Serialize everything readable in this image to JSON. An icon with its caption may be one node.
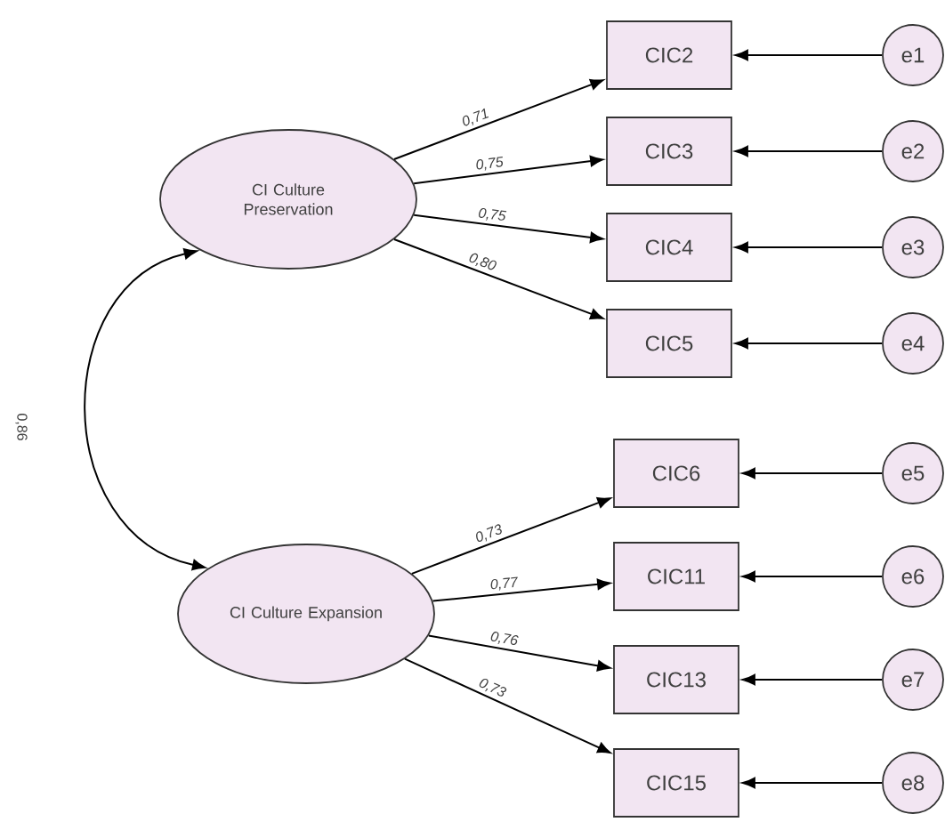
{
  "diagram": {
    "nodes": [
      {
        "text": [
          "CI Culture Preservation"
        ]
      },
      {
        "text": [
          "CIC2"
        ]
      },
      {
        "text": [
          "CIC3"
        ]
      },
      {
        "text": [
          "CIC4"
        ]
      },
      {
        "text": [
          "CIC5"
        ]
      },
      {
        "text": [
          "CI Culture Expansion"
        ]
      },
      {
        "text": [
          "CIC6"
        ]
      },
      {
        "text": [
          "CIC11"
        ]
      },
      {
        "text": [
          "CIC13"
        ]
      },
      {
        "text": [
          "CIC15"
        ]
      },
      {
        "text": [
          "e1"
        ]
      },
      {
        "text": [
          "e2"
        ]
      },
      {
        "text": [
          "e3"
        ]
      },
      {
        "text": [
          "e4"
        ]
      },
      {
        "text": [
          "e5"
        ]
      },
      {
        "text": [
          "e6"
        ]
      },
      {
        "text": [
          "e7"
        ]
      },
      {
        "text": [
          "e8"
        ]
      }
    ],
    "edges": [
      {
        "from": 0,
        "to": 5,
        "arrow": "both",
        "label": "0,86"
      },
      {
        "from": 0,
        "to": 1,
        "arrow": "to",
        "label": "0,71"
      },
      {
        "from": 0,
        "to": 2,
        "arrow": "to",
        "label": "0,75"
      },
      {
        "from": 0,
        "to": 3,
        "arrow": "to",
        "label": "0,75"
      },
      {
        "from": 0,
        "to": 4,
        "arrow": "to",
        "label": "0,80"
      },
      {
        "from": 5,
        "to": 6,
        "arrow": "to",
        "label": "0,73"
      },
      {
        "from": 5,
        "to": 7,
        "arrow": "to",
        "label": "0,77"
      },
      {
        "from": 5,
        "to": 8,
        "arrow": "to",
        "label": "0,76"
      },
      {
        "from": 5,
        "to": 9,
        "arrow": "to",
        "label": "0,73"
      },
      {
        "from": 10,
        "to": 1,
        "arrow": "to"
      },
      {
        "from": 11,
        "to": 2,
        "arrow": "to"
      },
      {
        "from": 12,
        "to": 3,
        "arrow": "to"
      },
      {
        "from": 13,
        "to": 4,
        "arrow": "to"
      },
      {
        "from": 14,
        "to": 6,
        "arrow": "to"
      },
      {
        "from": 15,
        "to": 7,
        "arrow": "to"
      },
      {
        "from": 16,
        "to": 8,
        "arrow": "to"
      },
      {
        "from": 17,
        "to": 9,
        "arrow": "to"
      }
    ]
  }
}
